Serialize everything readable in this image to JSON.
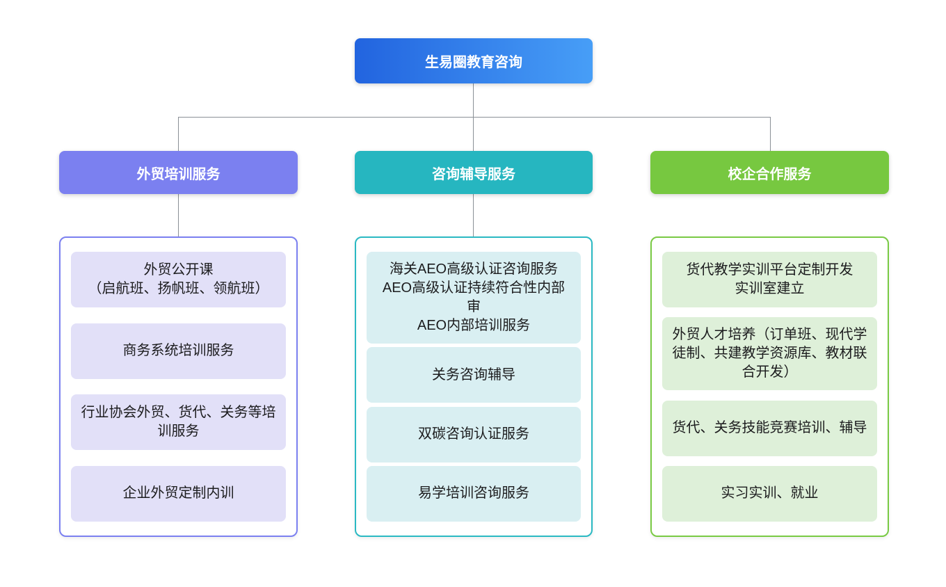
{
  "diagram": {
    "type": "org-chart",
    "connector_color": "#8a9096",
    "root": {
      "label": "生易圈教育咨询",
      "gradient_from": "#2264df",
      "gradient_to": "#479ef7",
      "text_color": "#ffffff"
    },
    "branches": [
      {
        "label": "外贸培训服务",
        "header_color": "#7b80f0",
        "border_color": "#7b80f0",
        "item_bg": "#e2e0f8",
        "items": [
          "外贸公开课\n（启航班、扬帆班、领航班）",
          "商务系统培训服务",
          "行业协会外贸、货代、关务等培训服务",
          "企业外贸定制内训"
        ]
      },
      {
        "label": "咨询辅导服务",
        "header_color": "#26b6c0",
        "border_color": "#2ab9c3",
        "item_bg": "#d9eff2",
        "items": [
          "海关AEO高级认证咨询服务\nAEO高级认证持续符合性内部审\nAEO内部培训服务",
          "关务咨询辅导",
          "双碳咨询认证服务",
          "易学培训咨询服务"
        ]
      },
      {
        "label": "校企合作服务",
        "header_color": "#77c840",
        "border_color": "#79ca44",
        "item_bg": "#def0d9",
        "items": [
          "货代教学实训平台定制开发\n实训室建立",
          "外贸人才培养（订单班、现代学徒制、共建教学资源库、教材联合开发）",
          "货代、关务技能竞赛培训、辅导",
          "实习实训、就业"
        ]
      }
    ]
  }
}
